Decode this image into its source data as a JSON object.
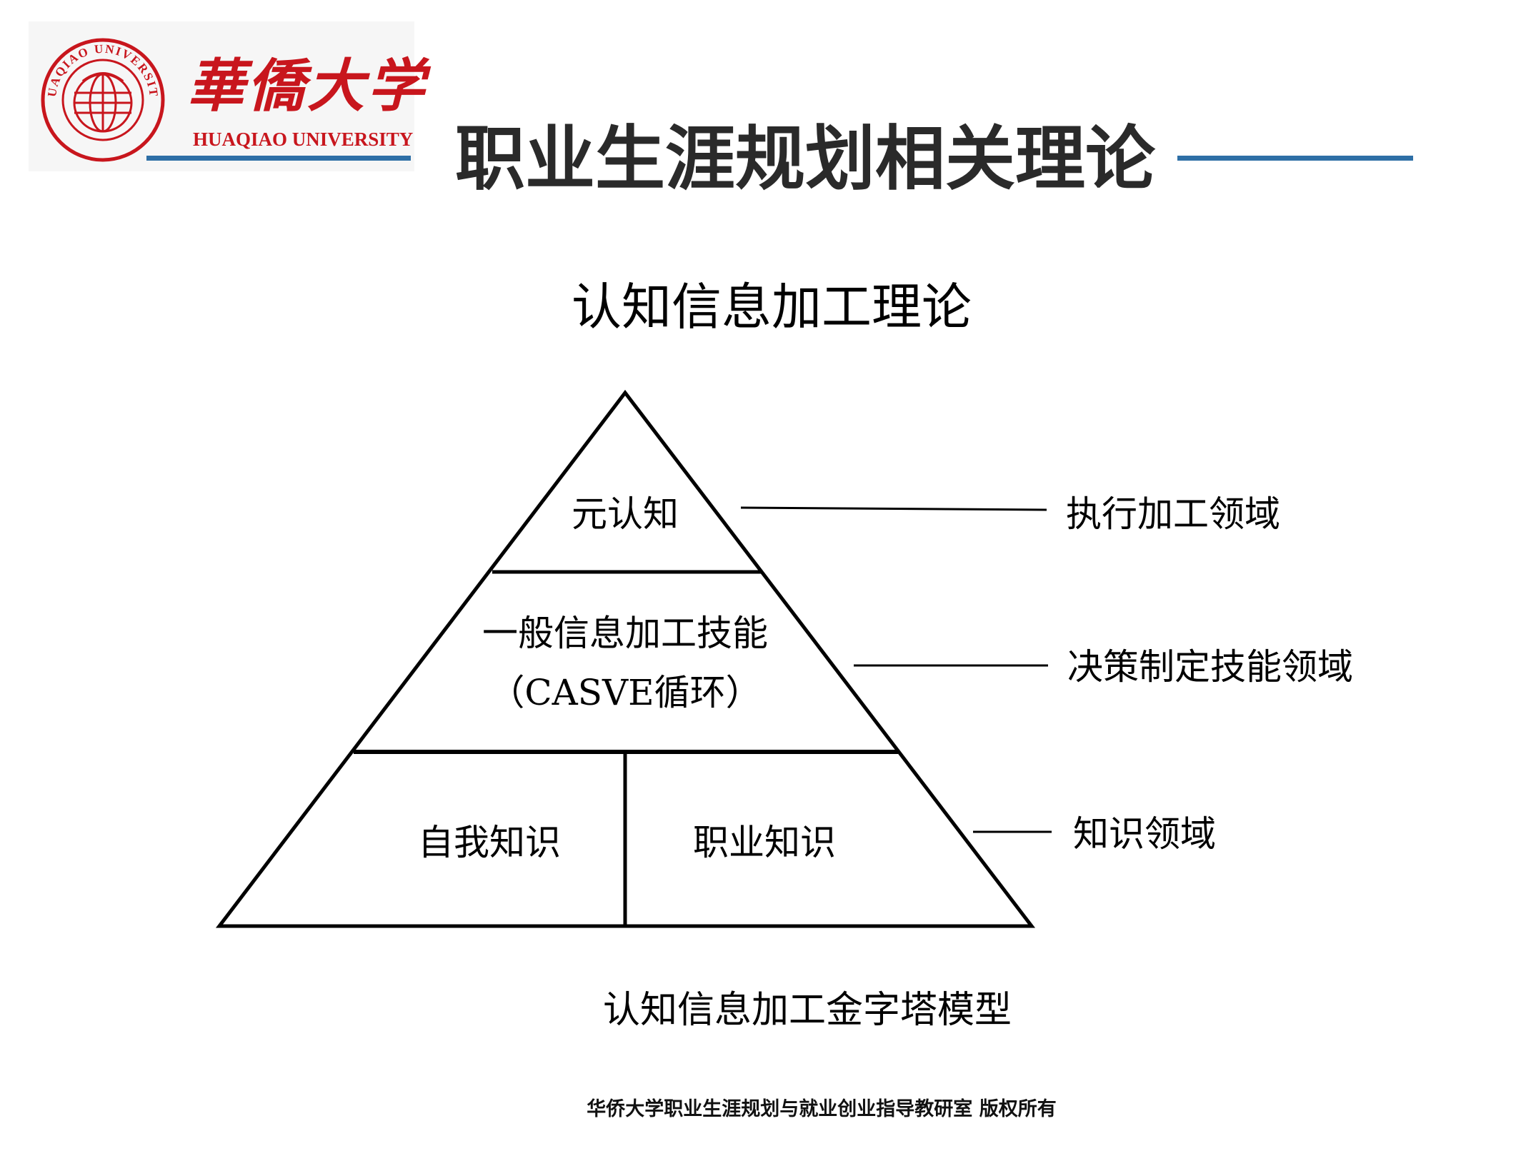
{
  "header": {
    "logo": {
      "name_cn": "華僑大学",
      "name_en": "HUAQIAO UNIVERSITY",
      "seal_text": "HUAQIAO UNIVERSITY"
    },
    "title": "职业生涯规划相关理论"
  },
  "diagram": {
    "title": "认知信息加工理论",
    "layers": {
      "top": "元认知",
      "middle_line1": "一般信息加工技能",
      "middle_line2": "（CASVE循环）",
      "bottom_left": "自我知识",
      "bottom_right": "职业知识"
    },
    "domains": {
      "top": "执行加工领域",
      "middle": "决策制定技能领域",
      "bottom": "知识领域"
    },
    "caption": "认知信息加工金字塔模型"
  },
  "footer": {
    "copyright": "华侨大学职业生涯规划与就业创业指导教研室  版权所有"
  },
  "colors": {
    "brand_red": "#c8161d",
    "rule_blue": "#2e6fa6",
    "line": "#000000"
  }
}
